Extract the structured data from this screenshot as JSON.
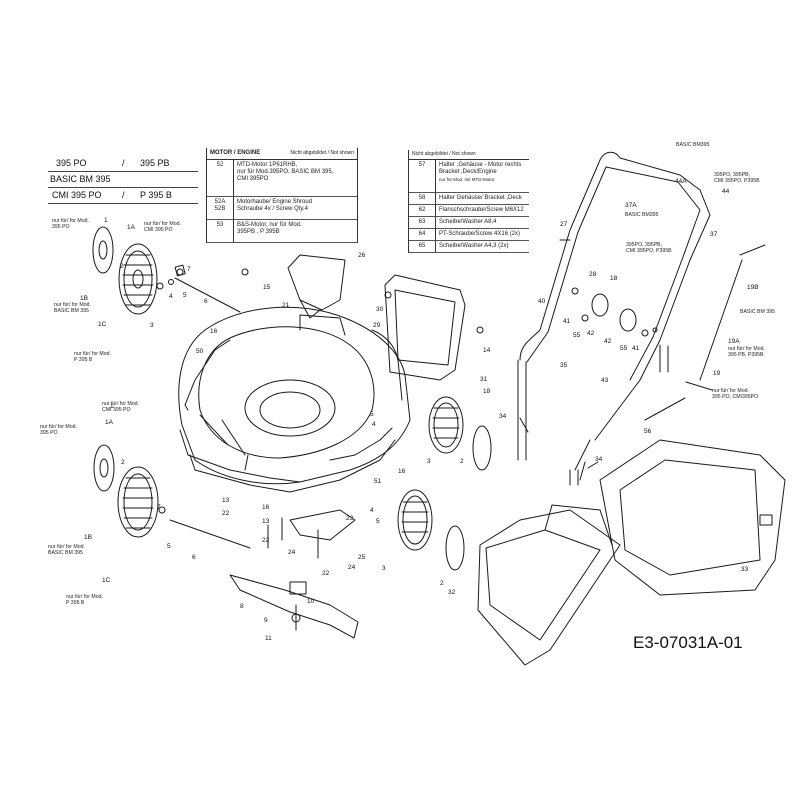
{
  "model_box": {
    "lines": [
      [
        "395 PO",
        "/",
        "395 PB"
      ],
      [
        "BASIC BM 395"
      ],
      [
        "CMI 395 PO",
        "/",
        "P 395 B"
      ]
    ]
  },
  "motor_table": {
    "header_left": "MOTOR / ENGINE",
    "header_right": "Nicht abgebildet / Not shown",
    "rows": [
      {
        "num": "52",
        "desc": [
          "MTD-Motor 1P61RHB,",
          "nur für Mod.395PO, BASIC BM 395,",
          "CMI 395PO"
        ]
      },
      {
        "num": "52A\n52B",
        "desc": [
          "Motorhaube/ Engine Shroud",
          "Schraube 4x / Screw Qty.4"
        ]
      },
      {
        "num": "53",
        "desc": [
          "B&S-Motor,  nur für Mod.",
          "395PB ,  P 395B"
        ]
      }
    ]
  },
  "parts_table": {
    "header_right": "Nicht abgebildet / Not shown",
    "rows": [
      {
        "num": "57",
        "desc": [
          "Halter ,Gehäuse - Motor rechts",
          "Bracket ,Deck/Engine",
          "",
          "nur für Mod. mit MTD-Motor"
        ]
      },
      {
        "num": "58",
        "desc": [
          "Halter Gehäuse/ Bracket ,Deck"
        ]
      },
      {
        "num": "62",
        "desc": [
          "Flanschschraube/Screw  M6X12"
        ]
      },
      {
        "num": "63",
        "desc": [
          "Scheibe/Washer A8,4"
        ]
      },
      {
        "num": "64",
        "desc": [
          "PT-Schraube/Screw  4X16 (2x)"
        ]
      },
      {
        "num": "65",
        "desc": [
          "Scheibe/Washer  A4,3  (2x)"
        ]
      }
    ]
  },
  "diagram_code": "E3-07031A-01",
  "labels": [
    {
      "id": "1",
      "t": "1"
    },
    {
      "id": "1A",
      "t": "1A"
    },
    {
      "id": "1B",
      "t": "1B"
    },
    {
      "id": "1C",
      "t": "1C"
    },
    {
      "id": "2a",
      "t": "2"
    },
    {
      "id": "3a",
      "t": "3"
    },
    {
      "id": "4a",
      "t": "4"
    },
    {
      "id": "5a",
      "t": "5"
    },
    {
      "id": "6a",
      "t": "6"
    },
    {
      "id": "7a",
      "t": "7"
    },
    {
      "id": "15a",
      "t": "15"
    },
    {
      "id": "21a",
      "t": "21"
    },
    {
      "id": "26",
      "t": "26"
    },
    {
      "id": "30",
      "t": "30"
    },
    {
      "id": "29",
      "t": "29"
    },
    {
      "id": "14a",
      "t": "14"
    },
    {
      "id": "16a",
      "t": "16"
    },
    {
      "id": "50",
      "t": "50"
    },
    {
      "id": "31",
      "t": "31"
    },
    {
      "id": "18a",
      "t": "18"
    },
    {
      "id": "5b",
      "t": "5"
    },
    {
      "id": "4b",
      "t": "4"
    },
    {
      "id": "2b",
      "t": "2"
    },
    {
      "id": "3b",
      "t": "3"
    },
    {
      "id": "34a",
      "t": "34"
    },
    {
      "id": "16b",
      "t": "16"
    },
    {
      "id": "51",
      "t": "51"
    },
    {
      "id": "1b2",
      "t": "1"
    },
    {
      "id": "1A2",
      "t": "1A"
    },
    {
      "id": "2c",
      "t": "2"
    },
    {
      "id": "1B2",
      "t": "1B"
    },
    {
      "id": "1C2",
      "t": "1C"
    },
    {
      "id": "7b",
      "t": "7"
    },
    {
      "id": "5c",
      "t": "5"
    },
    {
      "id": "6b",
      "t": "6"
    },
    {
      "id": "13a",
      "t": "13"
    },
    {
      "id": "22a",
      "t": "22"
    },
    {
      "id": "16c",
      "t": "16"
    },
    {
      "id": "13b",
      "t": "13"
    },
    {
      "id": "22b",
      "t": "22"
    },
    {
      "id": "24a",
      "t": "24"
    },
    {
      "id": "23",
      "t": "23"
    },
    {
      "id": "24b",
      "t": "24"
    },
    {
      "id": "22c",
      "t": "22"
    },
    {
      "id": "25",
      "t": "25"
    },
    {
      "id": "4c",
      "t": "4"
    },
    {
      "id": "5d",
      "t": "5"
    },
    {
      "id": "2d",
      "t": "2"
    },
    {
      "id": "3c",
      "t": "3"
    },
    {
      "id": "8",
      "t": "8"
    },
    {
      "id": "10",
      "t": "10"
    },
    {
      "id": "9",
      "t": "9"
    },
    {
      "id": "11",
      "t": "11"
    },
    {
      "id": "32",
      "t": "32"
    },
    {
      "id": "33",
      "t": "33"
    },
    {
      "id": "34b",
      "t": "34"
    },
    {
      "id": "56",
      "t": "56"
    },
    {
      "id": "43",
      "t": "43"
    },
    {
      "id": "35",
      "t": "35"
    },
    {
      "id": "40",
      "t": "40"
    },
    {
      "id": "41a",
      "t": "41"
    },
    {
      "id": "55a",
      "t": "55"
    },
    {
      "id": "42a",
      "t": "42"
    },
    {
      "id": "27",
      "t": "27"
    },
    {
      "id": "28",
      "t": "28"
    },
    {
      "id": "18b",
      "t": "18"
    },
    {
      "id": "42b",
      "t": "42"
    },
    {
      "id": "55b",
      "t": "55"
    },
    {
      "id": "41b",
      "t": "41"
    },
    {
      "id": "37A",
      "t": "37A"
    },
    {
      "id": "44A",
      "t": "44A"
    },
    {
      "id": "44",
      "t": "44"
    },
    {
      "id": "37",
      "t": "37"
    },
    {
      "id": "19B",
      "t": "19B"
    },
    {
      "id": "19A",
      "t": "19A"
    },
    {
      "id": "19",
      "t": "19"
    }
  ],
  "notes": [
    {
      "id": "n1",
      "lines": [
        "nur für/ for Mod.",
        "395 PO"
      ]
    },
    {
      "id": "n2",
      "lines": [
        "nur für/ for Mod.",
        "CMI 395 PO"
      ]
    },
    {
      "id": "n3",
      "lines": [
        "nur für/ for  Mod.",
        "BASIC BM 395"
      ]
    },
    {
      "id": "n4",
      "lines": [
        "nur für/ for Mod.",
        "P 395 B"
      ]
    },
    {
      "id": "n5",
      "lines": [
        "nur für/ for Mod.",
        "CMI 395 PO"
      ]
    },
    {
      "id": "n6",
      "lines": [
        "nur für/ for Mod.",
        "395 PO"
      ]
    },
    {
      "id": "n7",
      "lines": [
        "nur für/ for  Mod.",
        "BASIC BM 395"
      ]
    },
    {
      "id": "n8",
      "lines": [
        "nur für/ for Mod.",
        "P 395 B"
      ]
    },
    {
      "id": "n9",
      "lines": [
        "BASIC BM395"
      ]
    },
    {
      "id": "n10",
      "lines": [
        "395PO, 395PB,",
        "CMI 395PO, P395B"
      ]
    },
    {
      "id": "n11",
      "lines": [
        "BASIC BM395"
      ]
    },
    {
      "id": "n12",
      "lines": [
        "395PO, 395PB,",
        "CMI 395PO, P395B"
      ]
    },
    {
      "id": "n13",
      "lines": [
        "BASIC BM 395"
      ]
    },
    {
      "id": "n14",
      "lines": [
        "nur für/ for Mod.",
        "395 PB, P395B"
      ]
    },
    {
      "id": "n15",
      "lines": [
        "nur für/ for Mod.",
        "395 PO, CMI395PO"
      ]
    }
  ],
  "colors": {
    "line": "#1a1a1a",
    "highlight": "#c98a1a"
  }
}
